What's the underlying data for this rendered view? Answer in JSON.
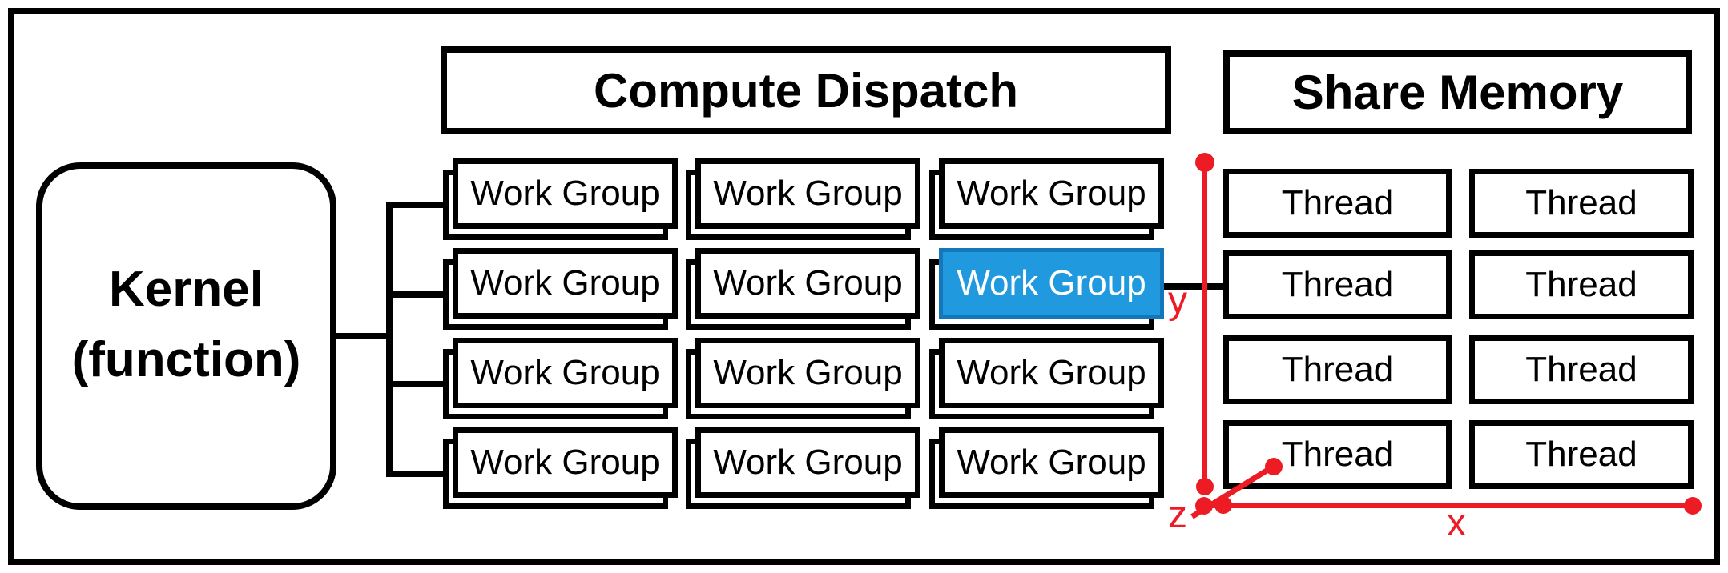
{
  "kernel": {
    "line1": "Kernel",
    "line2": "(function)"
  },
  "dispatch": {
    "title": "Compute Dispatch",
    "rows": 4,
    "cols": 3,
    "cell_label": "Work Group",
    "highlighted_cell": {
      "row": 2,
      "col": 3
    }
  },
  "share_memory": {
    "title": "Share Memory",
    "rows": 4,
    "cols": 2,
    "cell_label": "Thread"
  },
  "axes": {
    "x": "x",
    "y": "y",
    "z": "z"
  },
  "colors": {
    "axis_red": "#ED1C24",
    "highlight_fill": "#2099DE",
    "highlight_border": "#1477B9",
    "box_border": "#000000"
  }
}
